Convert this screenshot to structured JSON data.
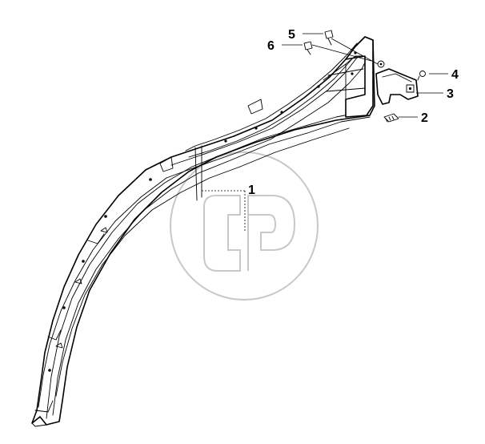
{
  "diagram": {
    "callouts": [
      {
        "id": "callout-1",
        "label": "1"
      },
      {
        "id": "callout-2",
        "label": "2"
      },
      {
        "id": "callout-3",
        "label": "3"
      },
      {
        "id": "callout-4",
        "label": "4"
      },
      {
        "id": "callout-5",
        "label": "5"
      },
      {
        "id": "callout-6",
        "label": "6"
      }
    ]
  }
}
